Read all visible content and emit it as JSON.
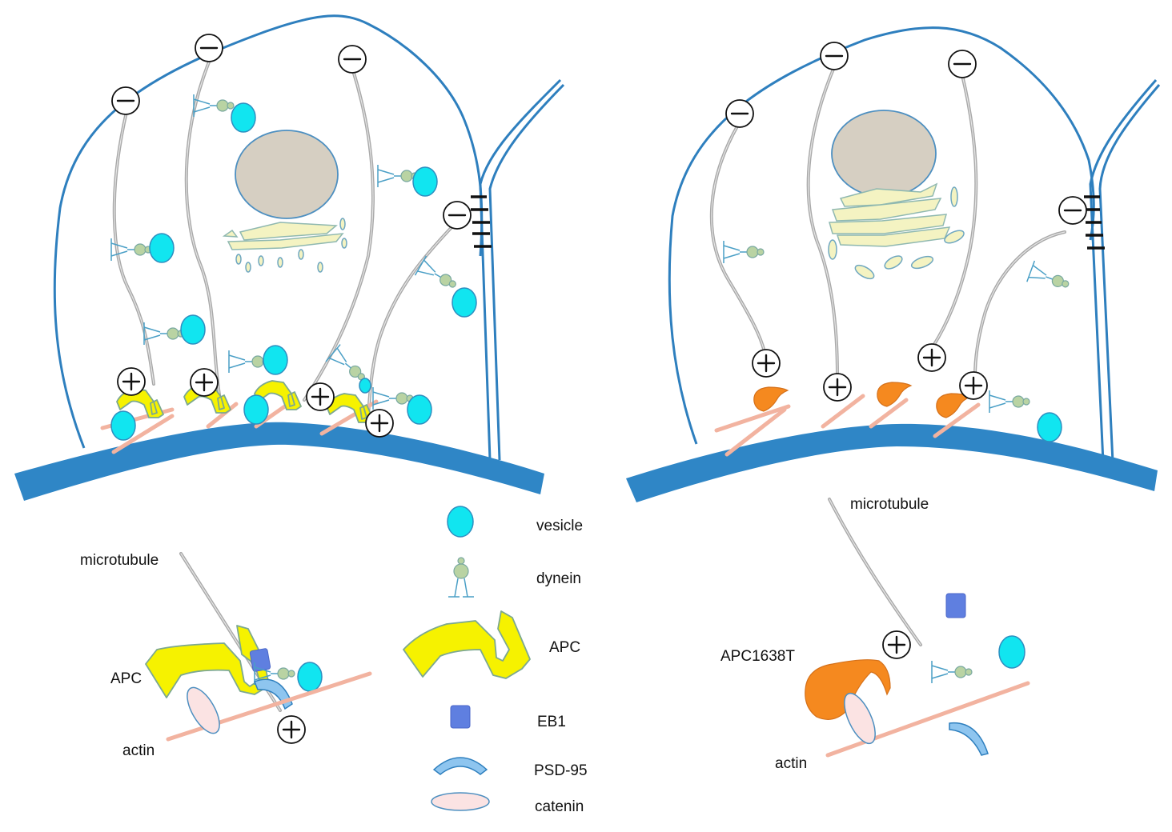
{
  "labels": {
    "right_microtubule": "microtubule",
    "left_microtubule": "microtubule",
    "left_apc": "APC",
    "left_actin": "actin",
    "right_apc_mutant": "APC1638T",
    "right_actin": "actin"
  },
  "legend": [
    {
      "key": "vesicle",
      "label": "vesicle"
    },
    {
      "key": "dynein",
      "label": "dynein"
    },
    {
      "key": "apc",
      "label": "APC"
    },
    {
      "key": "eb1",
      "label": "EB1"
    },
    {
      "key": "psd95",
      "label": "PSD-95"
    },
    {
      "key": "catenin",
      "label": "catenin"
    }
  ],
  "colors": {
    "membrane": "#2e7fbe",
    "vesicle": "#11e5f0",
    "apc": "#f6f200",
    "apc_mutant": "#f5891f",
    "eb1": "#5f7fe0",
    "actin": "#f2b3a0",
    "nucleus": "#d6cfc2",
    "golgi": "#f4f3c2",
    "microtubule": "#a9a9a9"
  },
  "icons": [
    "minus-end-icon",
    "plus-end-icon",
    "vesicle-icon",
    "dynein-icon",
    "apc-icon",
    "eb1-icon",
    "psd95-icon",
    "catenin-icon"
  ]
}
